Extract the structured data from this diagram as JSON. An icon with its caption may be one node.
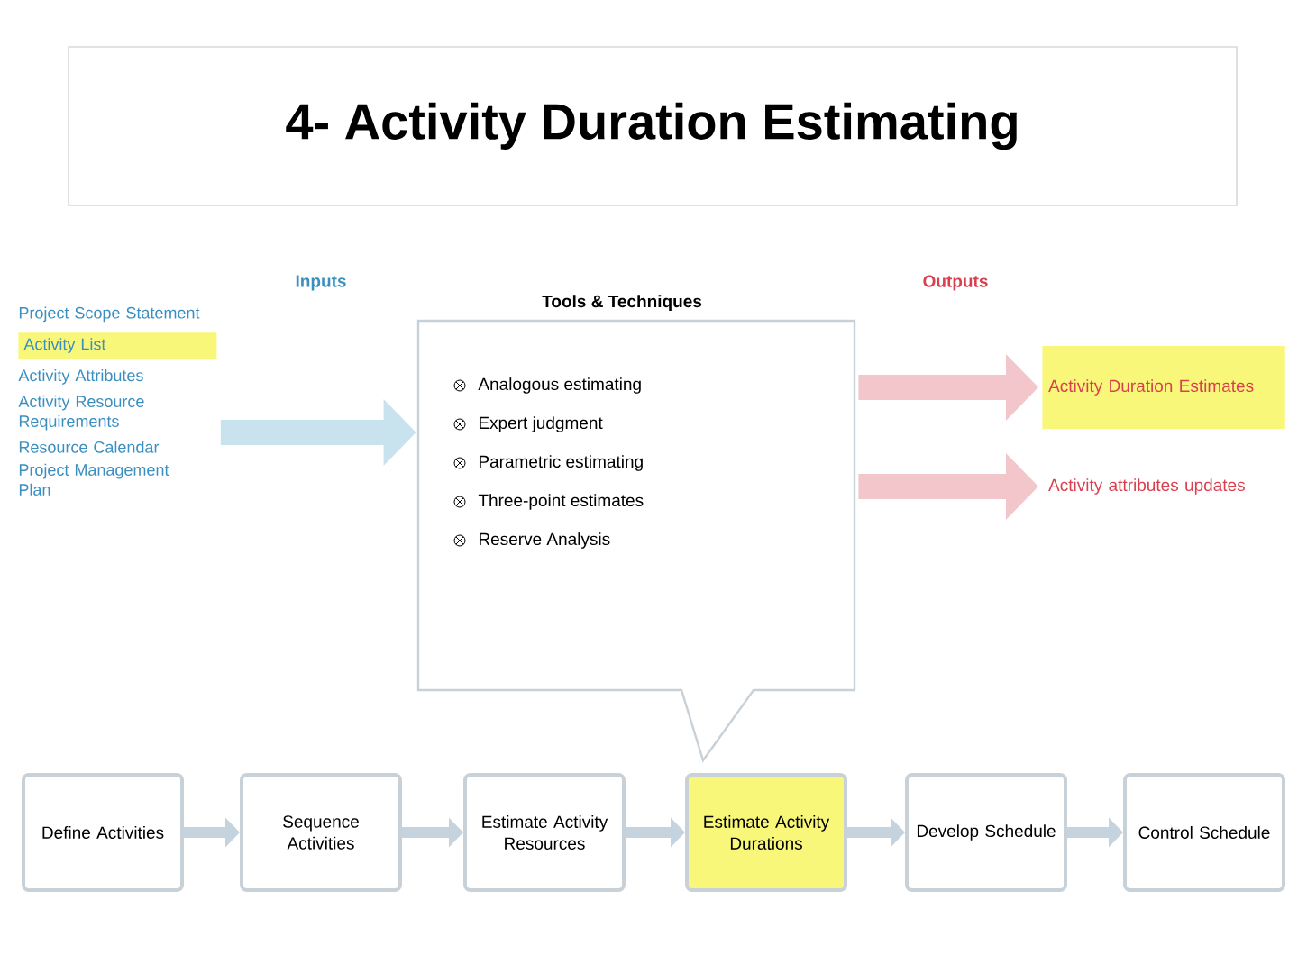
{
  "diagram": {
    "title": "4- Activity Duration Estimating",
    "nodes": [
      {
        "text": [
          "Project Scope Statement",
          "Activity List",
          "Activity Attributes",
          "Activity Resource Requirements",
          "Resource Calendar",
          "Project Management Plan"
        ]
      },
      {
        "text": [
          "Tools & Techniques",
          "Analogous estimating",
          "Expert judgment",
          "Parametric estimating",
          "Three-point estimates",
          "Reserve Analysis"
        ]
      },
      {
        "text": [
          "Activity Duration Estimates"
        ]
      },
      {
        "text": [
          "Activity attributes updates"
        ]
      },
      {
        "text": [
          "Define Activities"
        ]
      },
      {
        "text": [
          "Sequence Activities"
        ]
      },
      {
        "text": [
          "Estimate Activity Resources"
        ]
      },
      {
        "text": [
          "Estimate Activity Durations"
        ]
      },
      {
        "text": [
          "Develop Schedule"
        ]
      },
      {
        "text": [
          "Control Schedule"
        ]
      }
    ],
    "edges": [
      {
        "from": 0,
        "to": 1,
        "arrow": "to",
        "style": "thick",
        "color": "#c9e3ee"
      },
      {
        "from": 1,
        "to": 2,
        "arrow": "to",
        "style": "thick",
        "color": "#f3c6cc"
      },
      {
        "from": 1,
        "to": 3,
        "arrow": "to",
        "style": "thick",
        "color": "#f3c6cc"
      },
      {
        "from": 4,
        "to": 5,
        "arrow": "to"
      },
      {
        "from": 5,
        "to": 6,
        "arrow": "to"
      },
      {
        "from": 6,
        "to": 7,
        "arrow": "to"
      },
      {
        "from": 7,
        "to": 8,
        "arrow": "to"
      },
      {
        "from": 8,
        "to": 9,
        "arrow": "to"
      }
    ],
    "labels": [
      "Inputs",
      "Outputs"
    ]
  }
}
